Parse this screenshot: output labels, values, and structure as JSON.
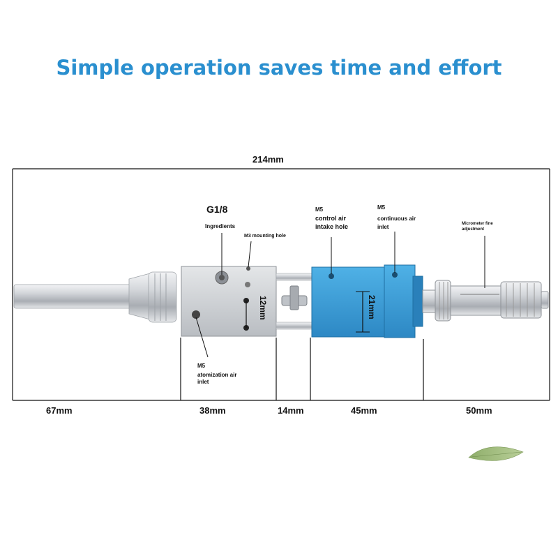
{
  "headline": "Simple operation saves time and effort",
  "dimensions": {
    "total": "214mm",
    "shaft": "67mm",
    "body": "38mm",
    "gap": "14mm",
    "valve": "45mm",
    "micrometer": "50mm",
    "body_height": "12mm",
    "valve_height": "21mm"
  },
  "callouts": {
    "ingredients_thread": "G1/8",
    "ingredients": "Ingredients",
    "mounting_hole": "M3 mounting hole",
    "control_air_size": "M5",
    "control_air": "control air intake hole",
    "continuous_size": "M5",
    "continuous": "continuous air inlet",
    "micrometer": "Micrometer fine adjustment",
    "atomization_size": "M5",
    "atomization": "atomization air inlet"
  },
  "colors": {
    "title": "#2a8fcf",
    "valve": "#3a9fd6",
    "steel": "#c9ccd0"
  },
  "icons": [
    "leaf-icon"
  ]
}
